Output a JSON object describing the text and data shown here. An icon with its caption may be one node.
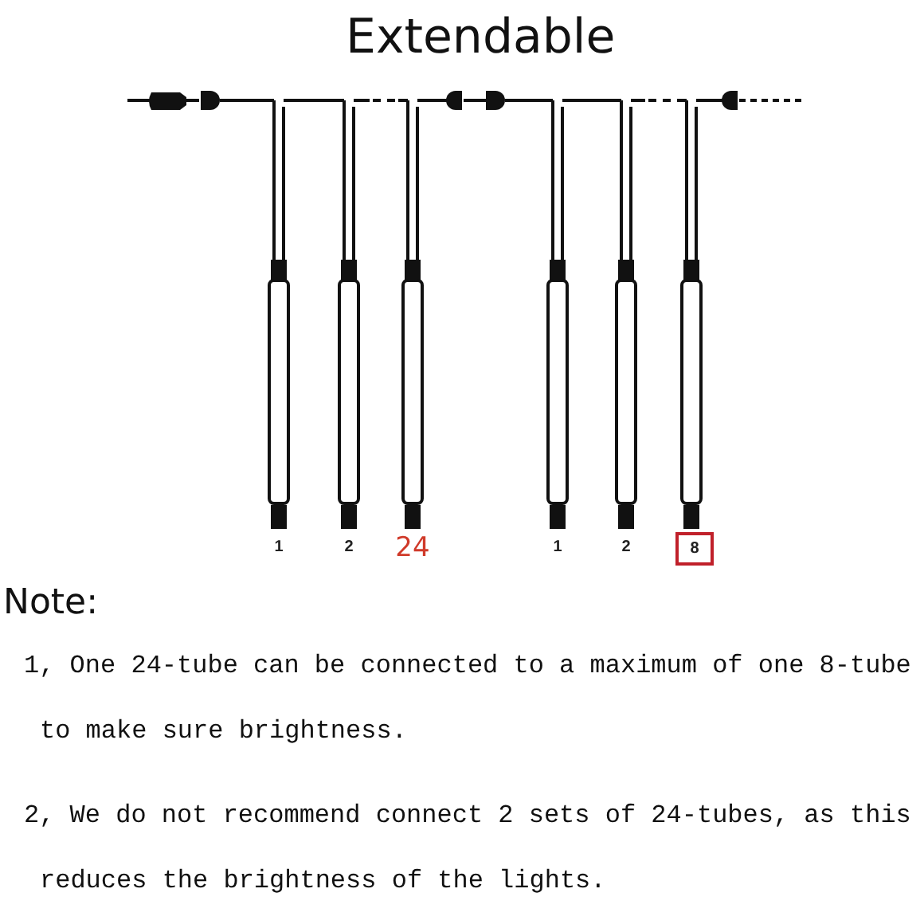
{
  "diagram": {
    "title": "Extendable",
    "nodes": [
      {
        "text": [
          "8"
        ]
      }
    ],
    "labels": [
      "1",
      "2",
      "24",
      "1",
      "2",
      "Note:",
      "1, One 24-tube can be connected to a maximum of one 8-tube to make sure brightness.",
      "2, We do not recommend connect 2 sets of 24-tubes, as this reduces the brightness of the lights."
    ]
  }
}
